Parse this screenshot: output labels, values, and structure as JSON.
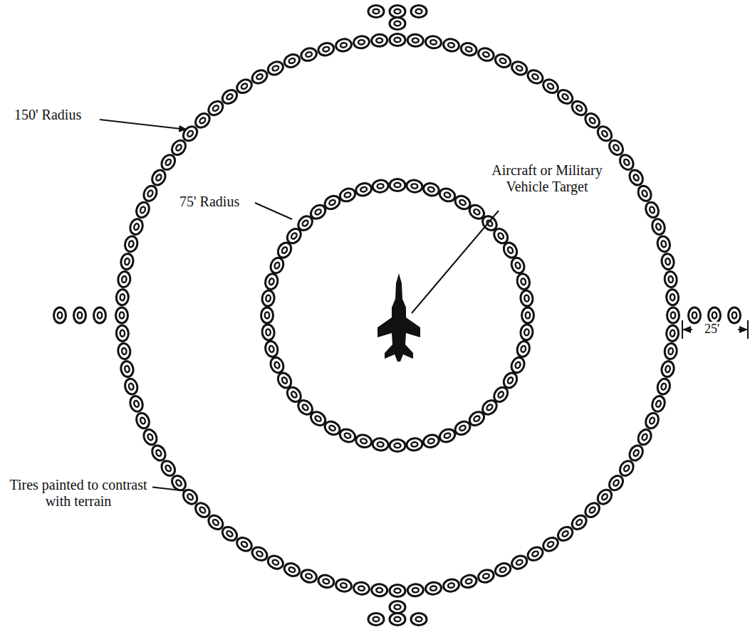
{
  "diagram": {
    "labels": [
      "150' Radius",
      "75' Radius",
      "Aircraft or Military Vehicle Target",
      "25'",
      "Tires painted to contrast with terrain"
    ]
  }
}
